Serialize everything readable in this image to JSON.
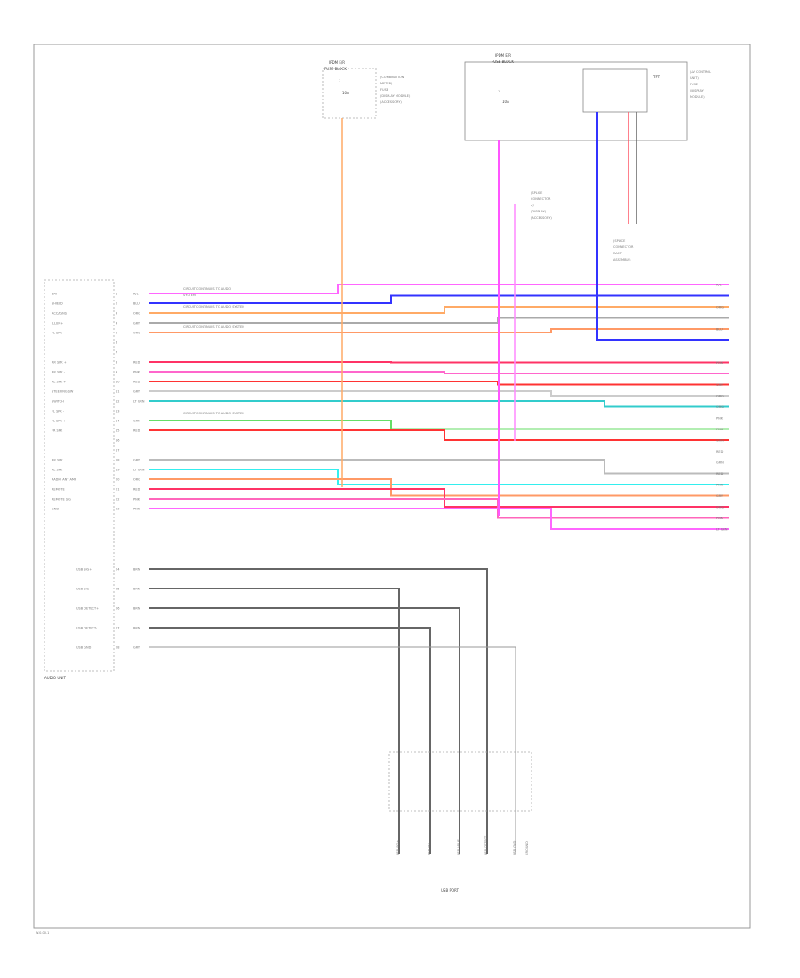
{
  "diagram": {
    "unit_label": "AUDIO UNIT",
    "usb_label": "USB PORT",
    "footer_code": "W.0.00.1",
    "top_fuse_left": {
      "title": "IPDM E/R",
      "sub": "FUSE BLOCK",
      "pin": "1",
      "fuse": "10A",
      "desc": [
        "(COMBINATION",
        "METER)",
        "FUSE",
        "(DISPLAY MODULE)",
        "(ACCESSORY)"
      ]
    },
    "top_fuse_right": {
      "title": "IPDM E/R",
      "sub": "FUSE BLOCK",
      "pin": "1",
      "fuse": "10A"
    },
    "right_module": {
      "title": "TFT",
      "desc": [
        "(AV CONTROL",
        "UNIT)",
        "FUSE",
        "(DISPLAY",
        "MODULE)"
      ]
    },
    "splice_label": [
      "(SPLICE",
      "CONNECTOR",
      "2)",
      "(DISPLAY)",
      "(ACCESSORY)"
    ],
    "joint_label": [
      "(SPLICE",
      "CONNECTOR",
      "RAMP",
      "ASSEMBLY)"
    ],
    "notes": [
      "CIRCUIT CONTINUES TO AUDIO",
      "SYSTEM",
      "CIRCUIT CONTINUES TO AUDIO SYSTEM",
      "CIRCUIT CONTINUES TO AUDIO SYSTEM",
      "CIRCUIT CONTINUES TO AUDIO SYSTEM"
    ],
    "pins": [
      {
        "name": "BAT",
        "num": "1",
        "color": "R/L",
        "hex": "#ff66ff",
        "dest": "R/L"
      },
      {
        "name": "SHIELD",
        "num": "2",
        "color": "BLU",
        "hex": "#3333ff",
        "dest": ""
      },
      {
        "name": "ACC/IGNS",
        "num": "3",
        "color": "ORG",
        "hex": "#ffaa66",
        "dest": "ORG"
      },
      {
        "name": "ILLUM+",
        "num": "4",
        "color": "GRY",
        "hex": "#aaaaaa",
        "dest": ""
      },
      {
        "name": "FL SPK",
        "num": "5",
        "color": "ORG",
        "hex": "#ff9966",
        "dest": "BLU"
      },
      {
        "name": "",
        "num": "6",
        "color": "",
        "hex": "",
        "dest": ""
      },
      {
        "name": "",
        "num": "7",
        "color": "",
        "hex": "",
        "dest": ""
      },
      {
        "name": "RR SPK +",
        "num": "8",
        "color": "RED",
        "hex": "#ff3366",
        "dest": "PNK"
      },
      {
        "name": "RR SPK -",
        "num": "9",
        "color": "PNK",
        "hex": "#ff66cc",
        "dest": ""
      },
      {
        "name": "RL SPK +",
        "num": "10",
        "color": "RED",
        "hex": "#ff3333",
        "dest": "GRY"
      },
      {
        "name": "STEERING SW",
        "num": "11",
        "color": "GRY",
        "hex": "#cccccc",
        "dest": "ORG"
      },
      {
        "name": "SWITCH",
        "num": "12",
        "color": "LT GRN",
        "hex": "#33cccc",
        "dest": "ORG"
      },
      {
        "name": "FL SPK -",
        "num": "13",
        "color": "",
        "hex": "",
        "dest": "PNK"
      },
      {
        "name": "FL SPK +",
        "num": "14",
        "color": "GRN",
        "hex": "#66dd66",
        "dest": "PNK"
      },
      {
        "name": "FR SPK",
        "num": "15",
        "color": "RED",
        "hex": "#ff3333",
        "dest": "GRN"
      },
      {
        "name": "",
        "num": "16",
        "color": "",
        "hex": "",
        "dest": "RED"
      },
      {
        "name": "",
        "num": "17",
        "color": "",
        "hex": "",
        "dest": "GRN"
      },
      {
        "name": "RR SPK",
        "num": "18",
        "color": "GRY",
        "hex": "#bbbbbb",
        "dest": "RED"
      },
      {
        "name": "RL SPK",
        "num": "19",
        "color": "LT GRN",
        "hex": "#33eeee",
        "dest": "PNK"
      },
      {
        "name": "RADIO ANT AMP",
        "num": "20",
        "color": "ORG",
        "hex": "#ff9966",
        "dest": "GRY"
      },
      {
        "name": "REMOTE",
        "num": "21",
        "color": "RED",
        "hex": "#ff3366",
        "dest": "ORG"
      },
      {
        "name": "REMOTE SIG",
        "num": "22",
        "color": "PNK",
        "hex": "#ff66bb",
        "dest": "PNK"
      },
      {
        "name": "GND",
        "num": "23",
        "color": "PNK",
        "hex": "#ff66ff",
        "dest": "LT GRN"
      }
    ],
    "usb_pins": [
      {
        "name": "USB SIG+",
        "num": "24",
        "color": "BRN"
      },
      {
        "name": "USB SIG-",
        "num": "25",
        "color": "BRN"
      },
      {
        "name": "USB DETECT+",
        "num": "26",
        "color": "BRN"
      },
      {
        "name": "USB DETECT-",
        "num": "27",
        "color": "BRN"
      },
      {
        "name": "USB GND",
        "num": "28",
        "color": "GRY"
      }
    ],
    "usb_bottom_labels": [
      "USB SIG+",
      "USB SIG-",
      "USB VBUS",
      "USB DETECT",
      "USB GND",
      "GROUND"
    ]
  }
}
